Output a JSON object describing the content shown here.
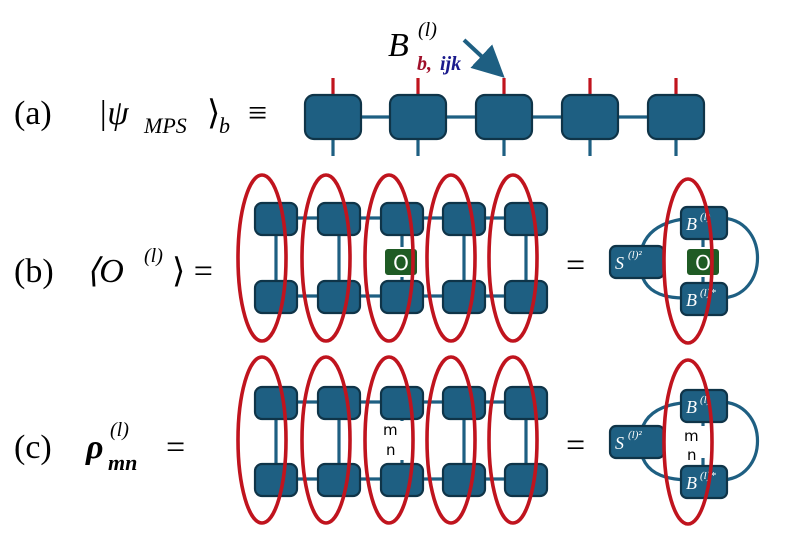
{
  "row_a": {
    "label": "(a)",
    "lhs_psi": "|ψ",
    "lhs_sub": "MPS",
    "lhs_ket": "⟩",
    "lhs_ket_sub": "b",
    "equiv": "≡",
    "callout_B": "B",
    "callout_sup": "(l)",
    "callout_sub_b": "b,",
    "callout_sub_ijk": "ijk"
  },
  "row_b": {
    "label": "(b)",
    "lhs": "⟨O",
    "lhs_sup": "(l)",
    "lhs_close": "⟩ =",
    "op_label": "O",
    "equals": "=",
    "S_label": "S",
    "S_sup": "(l)²",
    "B_label": "B",
    "B_sup": "(l)",
    "Bc_label": "B",
    "Bc_sup": "(l)*",
    "op_label_right": "O"
  },
  "row_c": {
    "label": "(c)",
    "lhs": "ρ",
    "lhs_sup": "(l)",
    "lhs_sub": "mn",
    "lhs_eq": "=",
    "m_label": "m",
    "n_label": "n",
    "equals": "=",
    "S_label": "S",
    "S_sup": "(l)²",
    "B_label": "B",
    "B_sup": "(l)",
    "Bc_label": "B",
    "Bc_sup": "(l)*",
    "m_label_right": "m",
    "n_label_right": "n"
  },
  "colors": {
    "node": "#1e5f82",
    "bond": "#1e5f82",
    "physical_leg": "#c0141e",
    "ellipse": "#c0141e",
    "operator": "#1f5b24",
    "subscript_b": "#a0102a",
    "subscript_ijk": "#1a1a8c"
  }
}
